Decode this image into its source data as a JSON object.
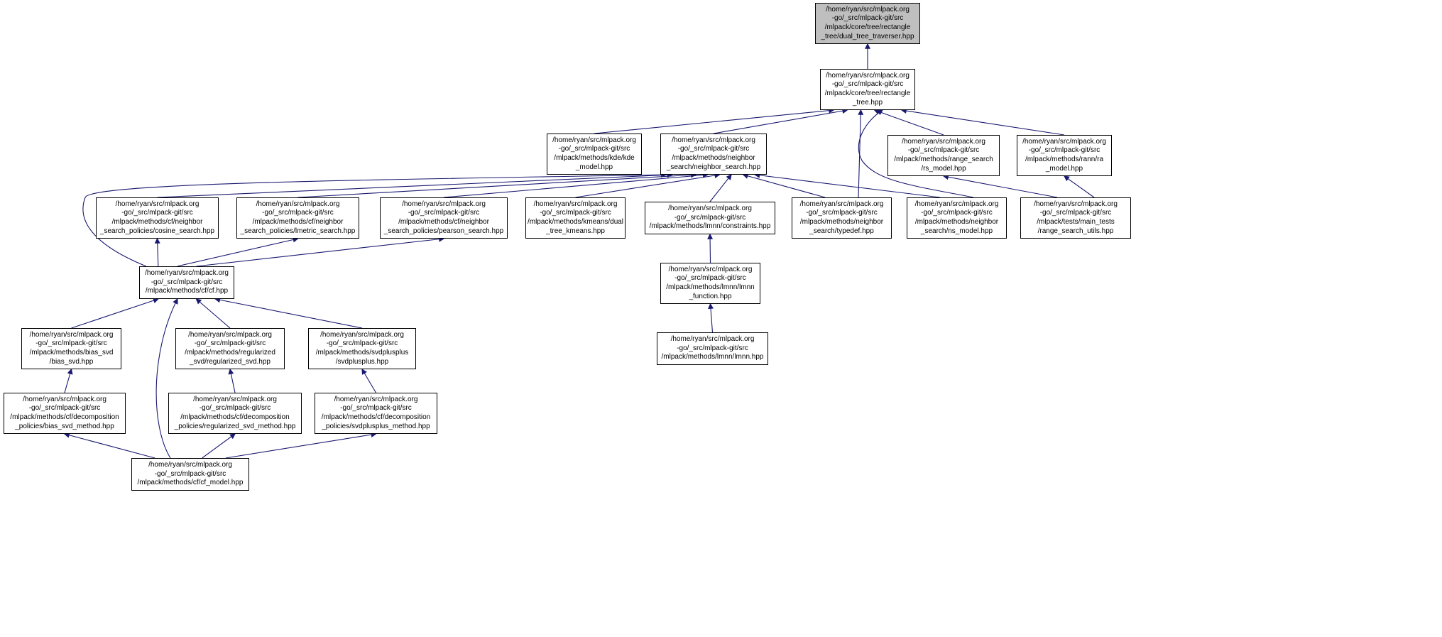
{
  "diagram": {
    "kind": "include-dependency-graph",
    "background": "#ffffff",
    "edge_color": "#191970",
    "node_border_color": "#000000",
    "node_fill": "#ffffff",
    "highlight_fill": "#bfbfbf",
    "text_color": "#000000"
  },
  "nodes": [
    {
      "id": "dual_tree_traverser",
      "highlight": true,
      "label": "/home/ryan/src/mlpack.org\n-go/_src/mlpack-git/src\n/mlpack/core/tree/rectangle\n_tree/dual_tree_traverser.hpp"
    },
    {
      "id": "rectangle_tree",
      "highlight": false,
      "label": "/home/ryan/src/mlpack.org\n-go/_src/mlpack-git/src\n/mlpack/core/tree/rectangle\n_tree.hpp"
    },
    {
      "id": "kde_model",
      "highlight": false,
      "label": "/home/ryan/src/mlpack.org\n-go/_src/mlpack-git/src\n/mlpack/methods/kde/kde\n_model.hpp"
    },
    {
      "id": "neighbor_search",
      "highlight": false,
      "label": "/home/ryan/src/mlpack.org\n-go/_src/mlpack-git/src\n/mlpack/methods/neighbor\n_search/neighbor_search.hpp"
    },
    {
      "id": "rs_model",
      "highlight": false,
      "label": "/home/ryan/src/mlpack.org\n-go/_src/mlpack-git/src\n/mlpack/methods/range_search\n/rs_model.hpp"
    },
    {
      "id": "ra_model",
      "highlight": false,
      "label": "/home/ryan/src/mlpack.org\n-go/_src/mlpack-git/src\n/mlpack/methods/rann/ra\n_model.hpp"
    },
    {
      "id": "cosine_search",
      "highlight": false,
      "label": "/home/ryan/src/mlpack.org\n-go/_src/mlpack-git/src\n/mlpack/methods/cf/neighbor\n_search_policies/cosine_search.hpp"
    },
    {
      "id": "lmetric_search",
      "highlight": false,
      "label": "/home/ryan/src/mlpack.org\n-go/_src/mlpack-git/src\n/mlpack/methods/cf/neighbor\n_search_policies/lmetric_search.hpp"
    },
    {
      "id": "pearson_search",
      "highlight": false,
      "label": "/home/ryan/src/mlpack.org\n-go/_src/mlpack-git/src\n/mlpack/methods/cf/neighbor\n_search_policies/pearson_search.hpp"
    },
    {
      "id": "dual_tree_kmeans",
      "highlight": false,
      "label": "/home/ryan/src/mlpack.org\n-go/_src/mlpack-git/src\n/mlpack/methods/kmeans/dual\n_tree_kmeans.hpp"
    },
    {
      "id": "constraints",
      "highlight": false,
      "label": "/home/ryan/src/mlpack.org\n-go/_src/mlpack-git/src\n/mlpack/methods/lmnn/constraints.hpp"
    },
    {
      "id": "typedef",
      "highlight": false,
      "label": "/home/ryan/src/mlpack.org\n-go/_src/mlpack-git/src\n/mlpack/methods/neighbor\n_search/typedef.hpp"
    },
    {
      "id": "ns_model",
      "highlight": false,
      "label": "/home/ryan/src/mlpack.org\n-go/_src/mlpack-git/src\n/mlpack/methods/neighbor\n_search/ns_model.hpp"
    },
    {
      "id": "range_search_utils",
      "highlight": false,
      "label": "/home/ryan/src/mlpack.org\n-go/_src/mlpack-git/src\n/mlpack/tests/main_tests\n/range_search_utils.hpp"
    },
    {
      "id": "cf",
      "highlight": false,
      "label": "/home/ryan/src/mlpack.org\n-go/_src/mlpack-git/src\n/mlpack/methods/cf/cf.hpp"
    },
    {
      "id": "lmnn_function",
      "highlight": false,
      "label": "/home/ryan/src/mlpack.org\n-go/_src/mlpack-git/src\n/mlpack/methods/lmnn/lmnn\n_function.hpp"
    },
    {
      "id": "bias_svd",
      "highlight": false,
      "label": "/home/ryan/src/mlpack.org\n-go/_src/mlpack-git/src\n/mlpack/methods/bias_svd\n/bias_svd.hpp"
    },
    {
      "id": "regularized_svd",
      "highlight": false,
      "label": "/home/ryan/src/mlpack.org\n-go/_src/mlpack-git/src\n/mlpack/methods/regularized\n_svd/regularized_svd.hpp"
    },
    {
      "id": "svdplusplus",
      "highlight": false,
      "label": "/home/ryan/src/mlpack.org\n-go/_src/mlpack-git/src\n/mlpack/methods/svdplusplus\n/svdplusplus.hpp"
    },
    {
      "id": "lmnn",
      "highlight": false,
      "label": "/home/ryan/src/mlpack.org\n-go/_src/mlpack-git/src\n/mlpack/methods/lmnn/lmnn.hpp"
    },
    {
      "id": "bias_svd_method",
      "highlight": false,
      "label": "/home/ryan/src/mlpack.org\n-go/_src/mlpack-git/src\n/mlpack/methods/cf/decomposition\n_policies/bias_svd_method.hpp"
    },
    {
      "id": "regularized_svd_method",
      "highlight": false,
      "label": "/home/ryan/src/mlpack.org\n-go/_src/mlpack-git/src\n/mlpack/methods/cf/decomposition\n_policies/regularized_svd_method.hpp"
    },
    {
      "id": "svdplusplus_method",
      "highlight": false,
      "label": "/home/ryan/src/mlpack.org\n-go/_src/mlpack-git/src\n/mlpack/methods/cf/decomposition\n_policies/svdplusplus_method.hpp"
    },
    {
      "id": "cf_model",
      "highlight": false,
      "label": "/home/ryan/src/mlpack.org\n-go/_src/mlpack-git/src\n/mlpack/methods/cf/cf_model.hpp"
    }
  ],
  "edges": [
    {
      "from": "rectangle_tree",
      "to": "dual_tree_traverser"
    },
    {
      "from": "kde_model",
      "to": "rectangle_tree"
    },
    {
      "from": "neighbor_search",
      "to": "rectangle_tree"
    },
    {
      "from": "rs_model",
      "to": "rectangle_tree"
    },
    {
      "from": "ra_model",
      "to": "rectangle_tree"
    },
    {
      "from": "typedef",
      "to": "rectangle_tree"
    },
    {
      "from": "ns_model",
      "to": "rectangle_tree"
    },
    {
      "from": "cosine_search",
      "to": "neighbor_search"
    },
    {
      "from": "lmetric_search",
      "to": "neighbor_search"
    },
    {
      "from": "pearson_search",
      "to": "neighbor_search"
    },
    {
      "from": "dual_tree_kmeans",
      "to": "neighbor_search"
    },
    {
      "from": "constraints",
      "to": "neighbor_search"
    },
    {
      "from": "typedef",
      "to": "neighbor_search"
    },
    {
      "from": "ns_model",
      "to": "neighbor_search"
    },
    {
      "from": "cf",
      "to": "neighbor_search"
    },
    {
      "from": "cf",
      "to": "cosine_search"
    },
    {
      "from": "cf",
      "to": "lmetric_search"
    },
    {
      "from": "cf",
      "to": "pearson_search"
    },
    {
      "from": "range_search_utils",
      "to": "rs_model"
    },
    {
      "from": "range_search_utils",
      "to": "ra_model"
    },
    {
      "from": "lmnn_function",
      "to": "constraints"
    },
    {
      "from": "lmnn",
      "to": "lmnn_function"
    },
    {
      "from": "bias_svd",
      "to": "cf"
    },
    {
      "from": "regularized_svd",
      "to": "cf"
    },
    {
      "from": "svdplusplus",
      "to": "cf"
    },
    {
      "from": "cf_model",
      "to": "cf"
    },
    {
      "from": "bias_svd_method",
      "to": "bias_svd"
    },
    {
      "from": "regularized_svd_method",
      "to": "regularized_svd"
    },
    {
      "from": "svdplusplus_method",
      "to": "svdplusplus"
    },
    {
      "from": "cf_model",
      "to": "bias_svd_method"
    },
    {
      "from": "cf_model",
      "to": "regularized_svd_method"
    },
    {
      "from": "cf_model",
      "to": "svdplusplus_method"
    }
  ]
}
